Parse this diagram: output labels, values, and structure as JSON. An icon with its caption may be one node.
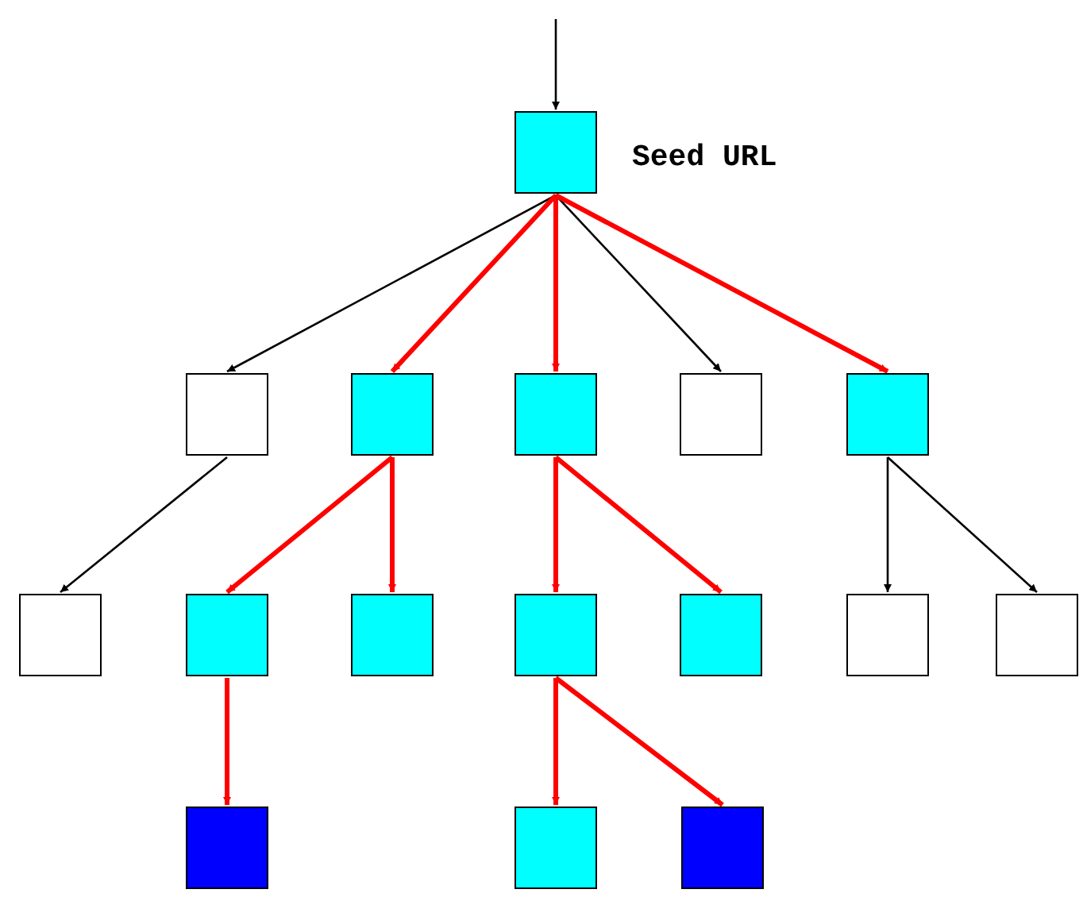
{
  "diagram": {
    "nodes": [
      {
        "text": [],
        "shape": "box",
        "beside": [
          "Seed URL"
        ]
      },
      {
        "text": [],
        "shape": "box"
      },
      {
        "text": [],
        "shape": "box"
      },
      {
        "text": [],
        "shape": "box"
      },
      {
        "text": [],
        "shape": "box"
      },
      {
        "text": [],
        "shape": "box"
      },
      {
        "text": [],
        "shape": "box"
      },
      {
        "text": [],
        "shape": "box"
      },
      {
        "text": [],
        "shape": "box"
      },
      {
        "text": [],
        "shape": "box"
      },
      {
        "text": [],
        "shape": "box"
      },
      {
        "text": [],
        "shape": "box"
      },
      {
        "text": [],
        "shape": "box"
      },
      {
        "text": [],
        "shape": "box"
      },
      {
        "text": [],
        "shape": "box"
      },
      {
        "text": [],
        "shape": "box"
      }
    ],
    "edges": [
      {
        "from": null,
        "to": 0,
        "arrow": "to",
        "color": "#000000"
      },
      {
        "from": 0,
        "to": 1,
        "arrow": "to",
        "color": "#000000"
      },
      {
        "from": 0,
        "to": 2,
        "arrow": "to"
      },
      {
        "from": 0,
        "to": 3,
        "arrow": "to"
      },
      {
        "from": 0,
        "to": 4,
        "arrow": "to",
        "color": "#000000"
      },
      {
        "from": 0,
        "to": 5,
        "arrow": "to"
      },
      {
        "from": 1,
        "to": 6,
        "arrow": "to",
        "color": "#000000"
      },
      {
        "from": 2,
        "to": 7,
        "arrow": "to"
      },
      {
        "from": 2,
        "to": 8,
        "arrow": "to"
      },
      {
        "from": 3,
        "to": 9,
        "arrow": "to"
      },
      {
        "from": 3,
        "to": 10,
        "arrow": "to"
      },
      {
        "from": 5,
        "to": 11,
        "arrow": "to",
        "color": "#000000"
      },
      {
        "from": 5,
        "to": 12,
        "arrow": "to",
        "color": "#000000"
      },
      {
        "from": 7,
        "to": 13,
        "arrow": "to"
      },
      {
        "from": 9,
        "to": 14,
        "arrow": "to"
      },
      {
        "from": 9,
        "to": 15,
        "arrow": "to"
      }
    ]
  }
}
